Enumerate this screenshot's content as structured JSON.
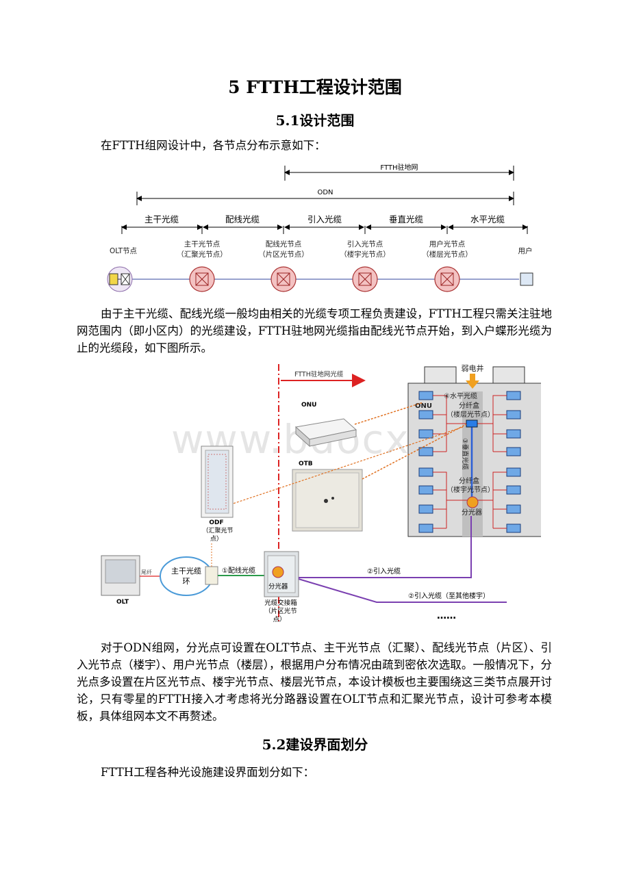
{
  "heading": "5 FTTH工程设计范围",
  "section1": {
    "title": "5.1设计范围",
    "intro": "在FTTH组网设计中，各节点分布示意如下："
  },
  "diagram1": {
    "span_ftth": "FTTH驻地网",
    "span_odn": "ODN",
    "segments": [
      "主干光缆",
      "配线光缆",
      "引入光缆",
      "垂直光缆",
      "水平光缆"
    ],
    "olt_label": "OLT节点",
    "nodes": [
      {
        "line1": "主干光节点",
        "line2": "（汇聚光节点）"
      },
      {
        "line1": "配线光节点",
        "line2": "（片区光节点）"
      },
      {
        "line1": "引入光节点",
        "line2": "（楼宇光节点）"
      },
      {
        "line1": "用户光节点",
        "line2": "（楼层光节点）"
      }
    ],
    "user_label": "用户"
  },
  "para1": "由于主干光缆、配线光缆一般均由相关的光缆专项工程负责建设，FTTH工程只需关注驻地网范围内（即小区内）的光缆建设，FTTH驻地网光缆指由配线光节点开始，到入户蝶形光缆为止的光缆段，如下图所示。",
  "diagram2": {
    "ftth_arrow": "FTTH驻地网光缆",
    "shaft": "弱电井",
    "onu_photo": "ONU",
    "otb_photo": "OTB",
    "onu_building": "ONU",
    "horizontal": "④水平光缆",
    "floor_box_1": "分纤盒",
    "floor_box_2": "（楼层光节点）",
    "vertical": "③垂直光缆",
    "bldg_box_1": "分纤盒",
    "bldg_box_2": "（楼宇光节点）",
    "bldg_splitter": "分光器",
    "odf": "ODF",
    "odf_sub1": "（汇聚光节",
    "odf_sub2": "点）",
    "olt": "OLT",
    "pigtail": "尾纤",
    "ring_1": "主干光缆",
    "ring_2": "环",
    "dist_cable": "①配线光缆",
    "cabinet_splitter": "分光器",
    "cabinet_1": "光缆交接箱",
    "cabinet_2": "（片区光节",
    "cabinet_3": "点）",
    "drop_1": "②引入光缆",
    "drop_2": "②引入光缆（至其他楼宇）",
    "ellipsis": "……"
  },
  "para2": "对于ODN组网，分光点可设置在OLT节点、主干光节点（汇聚）、配线光节点（片区）、引入光节点（楼宇）、用户光节点（楼层），根据用户分布情况由疏到密依次选取。一般情况下，分光点多设置在片区光节点、楼宇光节点、楼层光节点，本设计模板也主要围绕这三类节点展开讨论，只有零星的FTTH接入才考虑将光分路器设置在OLT节点和汇聚光节点，设计可参考本模板，具体组网本文不再赘述。",
  "section2": {
    "title": "5.2建设界面划分",
    "intro": "FTTH工程各种光设施建设界面划分如下："
  },
  "watermark": "www.bdocx.com"
}
